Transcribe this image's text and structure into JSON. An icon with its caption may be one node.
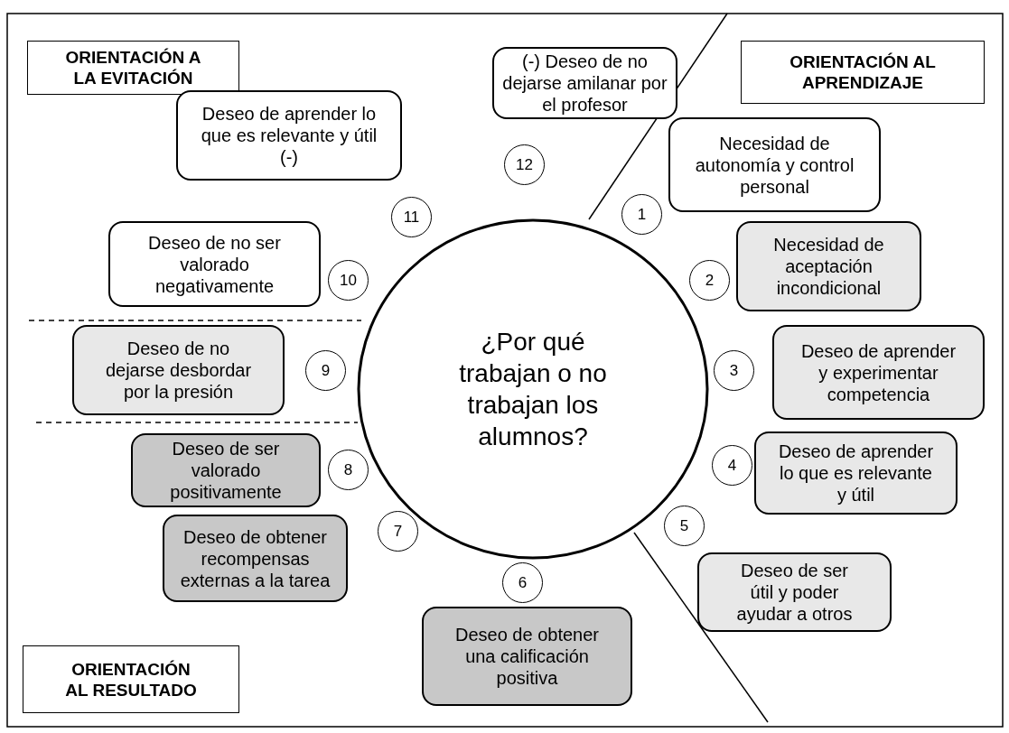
{
  "diagram": {
    "nodes": [
      {
        "text": [
          "ORIENTACIÓN A LA EVITACIÓN"
        ]
      },
      {
        "text": [
          "ORIENTACIÓN AL APRENDIZAJE"
        ]
      },
      {
        "text": [
          "¿Por qué trabajan o no trabajan los alumnos?"
        ]
      },
      {
        "text": [
          "1"
        ]
      },
      {
        "text": [
          "Necesidad de autonomía y control personal"
        ]
      },
      {
        "text": [
          "2"
        ]
      },
      {
        "text": [
          "Necesidad de aceptación incondicional"
        ]
      },
      {
        "text": [
          "3"
        ]
      },
      {
        "text": [
          "Deseo de aprender y experimentar competencia"
        ]
      },
      {
        "text": [
          "4"
        ]
      },
      {
        "text": [
          "Deseo de aprender lo que es relevante y útil"
        ]
      },
      {
        "text": [
          "5"
        ]
      },
      {
        "text": [
          "Deseo de ser útil y poder ayudar a otros"
        ]
      },
      {
        "text": [
          "6"
        ]
      },
      {
        "text": [
          "Deseo de obtener una calificación positiva"
        ]
      },
      {
        "text": [
          "7"
        ]
      },
      {
        "text": [
          "Deseo de obtener recompensas externas a la tarea"
        ]
      },
      {
        "text": [
          "8"
        ]
      },
      {
        "text": [
          "Deseo de ser valorado positivamente"
        ]
      },
      {
        "text": [
          "9"
        ]
      },
      {
        "text": [
          "Deseo de no dejarse desbordar por la presión"
        ]
      },
      {
        "text": [
          "10"
        ]
      },
      {
        "text": [
          "Deseo de no ser valorado negativamente"
        ]
      },
      {
        "text": [
          "11"
        ]
      },
      {
        "text": [
          "Deseo de aprender lo que es relevante y útil (-)"
        ]
      },
      {
        "text": [
          "12"
        ]
      },
      {
        "text": [
          "(-) Deseo de no dejarse amilanar por el profesor"
        ]
      },
      {
        "text": [
          "ORIENTACIÓN AL RESULTADO"
        ]
      }
    ]
  }
}
